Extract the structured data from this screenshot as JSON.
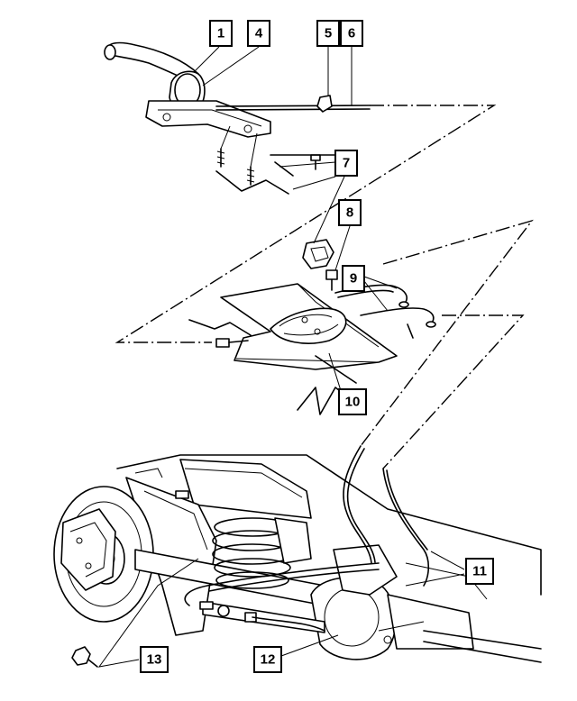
{
  "callouts": [
    {
      "id": "c1",
      "label": "1"
    },
    {
      "id": "c4",
      "label": "4"
    },
    {
      "id": "c5",
      "label": "5"
    },
    {
      "id": "c6",
      "label": "6"
    },
    {
      "id": "c7",
      "label": "7"
    },
    {
      "id": "c8",
      "label": "8"
    },
    {
      "id": "c9",
      "label": "9"
    },
    {
      "id": "c10",
      "label": "10"
    },
    {
      "id": "c11",
      "label": "11"
    },
    {
      "id": "c12",
      "label": "12"
    },
    {
      "id": "c13",
      "label": "13"
    }
  ],
  "colors": {
    "ink": "#000000",
    "paper": "#ffffff"
  }
}
